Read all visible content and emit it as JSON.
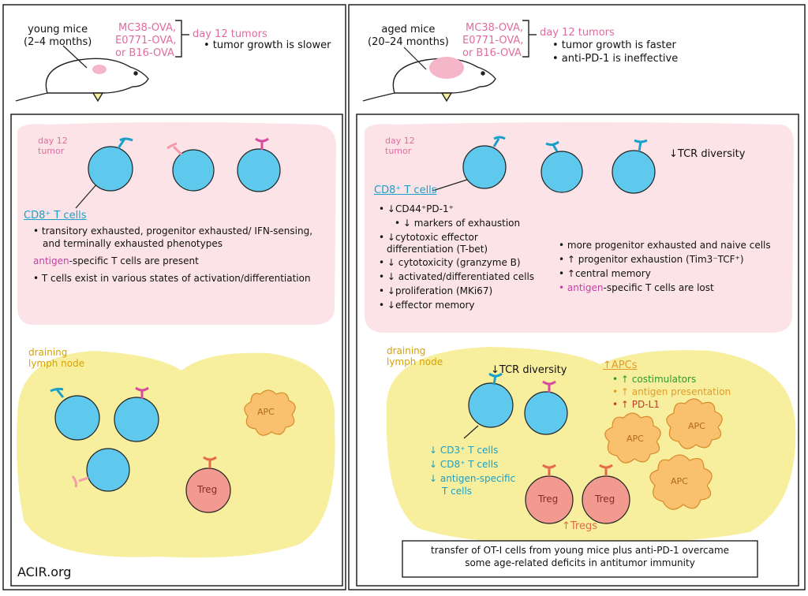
{
  "left": {
    "mice_label": "young mice\n(2–4 months)",
    "tumor_lines": [
      "MC38-OVA,",
      "E0771-OVA,",
      "or B16-OVA"
    ],
    "or_word": "or",
    "day12": "day 12 tumors",
    "growth": "• tumor growth is slower",
    "tumor_box_label": "day 12\ntumor",
    "cd8_label": "CD8⁺ T cells",
    "bullets": [
      "• transitory exhausted, progenitor exhausted/ IFN-sensing,",
      "and terminally exhausted phenotypes",
      "• antigen-specific T cells are present",
      "• T cells exist in various states of activation/differentiation"
    ],
    "bullet_antigen_word": "antigen",
    "bullet_antigen_rest": "-specific T cells are present",
    "ln_label": "draining\nlymph node",
    "apc": "APC",
    "treg": "Treg",
    "site": "ACIR.org"
  },
  "right": {
    "mice_label": "aged mice\n(20–24 months)",
    "day12": "day 12 tumors",
    "growth1": "• tumor growth is faster",
    "growth2": "• anti-PD-1 is ineffective",
    "tumor_box_label": "day 12\ntumor",
    "tcr": "↓TCR diversity",
    "cd8_label": "CD8⁺ T cells",
    "list_a": [
      "• ↓CD44⁺PD-1⁺",
      "• ↓ markers of exhaustion",
      "• ↓cytotoxic effector",
      "differentiation (T-bet)",
      "• ↓ cytotoxicity  (granzyme B)",
      "• ↓ activated/differentiated cells",
      "• ↓proliferation   (MKi67)",
      "• ↓effector  memory"
    ],
    "list_b": [
      "• more progenitor exhausted and naive cells",
      "• ↑ progenitor exhaustion (Tim3⁻TCF⁺)",
      "• ↑central memory",
      "-specific T cells are lost"
    ],
    "list_b_antigen": "• antigen",
    "ln_label": "draining\nlymph node",
    "ln_tcr": "↓TCR diversity",
    "apcs_head": "↑APCs",
    "apc_items": [
      "• ↑ costimulators",
      "• ↑ antigen  presentation",
      "• ↑ PD-L1"
    ],
    "cd_items": [
      "↓ CD3⁺ T cells",
      "↓ CD8⁺ T cells",
      "↓ antigen-specific",
      "T cells"
    ],
    "tregs": "↑Tregs",
    "apc": "APC",
    "treg": "Treg",
    "conclusion": "transfer of OT-I cells from young mice plus anti-PD-1 overcame\nsome age-related deficits in antitumor immunity"
  },
  "colors": {
    "pink_box": "#fbe3e8",
    "yellow_node": "#f7ef9e",
    "tcell": "#5ec9ec",
    "treg": "#f29a90",
    "apc": "#f9c06e"
  }
}
